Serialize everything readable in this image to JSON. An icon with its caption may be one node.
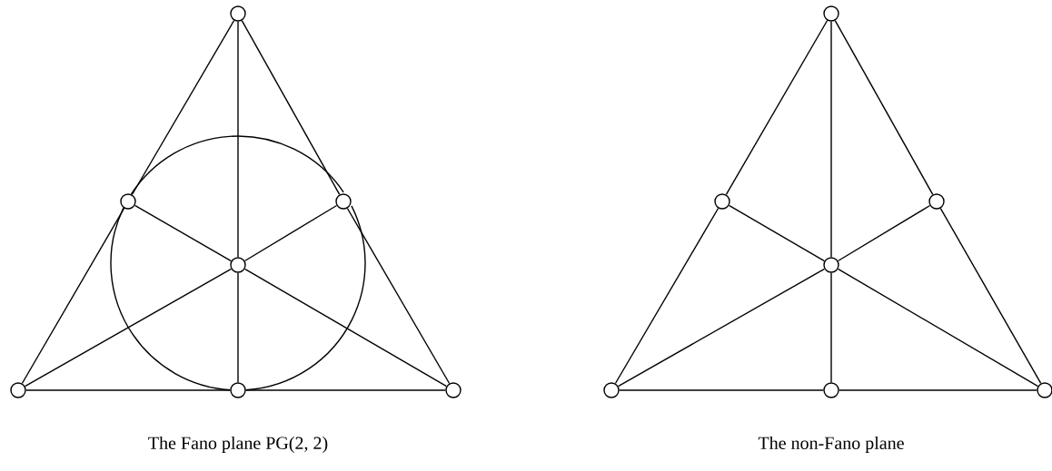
{
  "diagram": {
    "nodes": [
      {
        "text": [],
        "shape": "circle"
      },
      {
        "text": [],
        "shape": "circle"
      },
      {
        "text": [],
        "shape": "circle"
      },
      {
        "text": [],
        "shape": "circle"
      },
      {
        "text": [],
        "shape": "circle"
      },
      {
        "text": [],
        "shape": "circle"
      },
      {
        "text": [],
        "shape": "circle"
      },
      {
        "text": [],
        "shape": "circle"
      },
      {
        "text": [],
        "shape": "circle"
      },
      {
        "text": [],
        "shape": "circle"
      },
      {
        "text": [],
        "shape": "circle"
      },
      {
        "text": [],
        "shape": "circle"
      },
      {
        "text": [],
        "shape": "circle"
      },
      {
        "text": [],
        "shape": "circle"
      }
    ],
    "edges": [
      {
        "from": 0,
        "to": 1,
        "arrow": "none"
      },
      {
        "from": 1,
        "to": 4,
        "arrow": "none"
      },
      {
        "from": 0,
        "to": 2,
        "arrow": "none"
      },
      {
        "from": 2,
        "to": 6,
        "arrow": "none"
      },
      {
        "from": 4,
        "to": 5,
        "arrow": "none"
      },
      {
        "from": 5,
        "to": 6,
        "arrow": "none"
      },
      {
        "from": 0,
        "to": 3,
        "arrow": "none"
      },
      {
        "from": 3,
        "to": 5,
        "arrow": "none"
      },
      {
        "from": 1,
        "to": 3,
        "arrow": "none"
      },
      {
        "from": 3,
        "to": 6,
        "arrow": "none"
      },
      {
        "from": 2,
        "to": 3,
        "arrow": "none"
      },
      {
        "from": 3,
        "to": 4,
        "arrow": "none"
      },
      {
        "from": 1,
        "to": 5,
        "arrow": "none"
      },
      {
        "from": 5,
        "to": 2,
        "arrow": "none"
      },
      {
        "from": 2,
        "to": 1,
        "arrow": "none"
      },
      {
        "from": 7,
        "to": 8,
        "arrow": "none"
      },
      {
        "from": 8,
        "to": 11,
        "arrow": "none"
      },
      {
        "from": 7,
        "to": 9,
        "arrow": "none"
      },
      {
        "from": 9,
        "to": 13,
        "arrow": "none"
      },
      {
        "from": 11,
        "to": 12,
        "arrow": "none"
      },
      {
        "from": 12,
        "to": 13,
        "arrow": "none"
      },
      {
        "from": 7,
        "to": 10,
        "arrow": "none"
      },
      {
        "from": 10,
        "to": 12,
        "arrow": "none"
      },
      {
        "from": 8,
        "to": 10,
        "arrow": "none"
      },
      {
        "from": 10,
        "to": 13,
        "arrow": "none"
      },
      {
        "from": 9,
        "to": 10,
        "arrow": "none"
      },
      {
        "from": 10,
        "to": 11,
        "arrow": "none"
      }
    ],
    "labels": [
      "The Fano plane PG(2, 2)",
      "The non-Fano plane"
    ]
  }
}
